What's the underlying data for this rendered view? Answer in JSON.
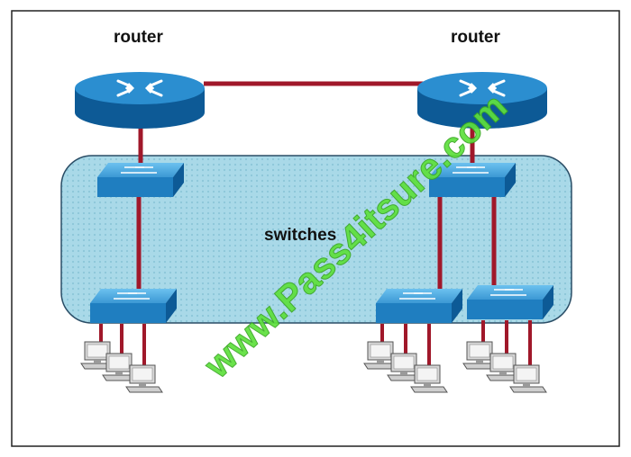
{
  "labels": {
    "router_left": "router",
    "router_right": "router",
    "switch_zone": "switches"
  },
  "watermark": "www.Pass4itsure.com",
  "colors": {
    "device_blue": "#1f7ec0",
    "device_blue_dark": "#0d5a96",
    "link_red": "#a0182a",
    "zone_fill": "#a9d9e8",
    "watermark_green": "#5ee03c"
  }
}
